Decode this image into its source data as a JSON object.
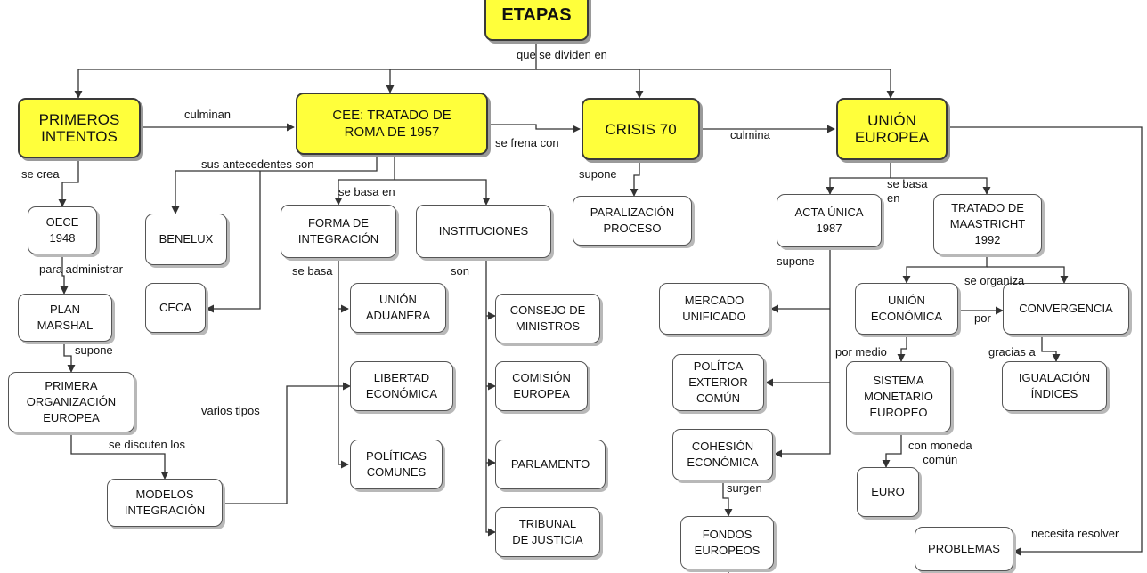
{
  "nodes": {
    "etapas": "ETAPAS",
    "primeros": "PRIMEROS\nINTENTOS",
    "cee": "CEE: TRATADO DE\nROMA DE 1957",
    "crisis": "CRISIS 70",
    "union": "UNIÓN\nEUROPEA",
    "oece": "OECE\n1948",
    "plan": "PLAN\nMARSHAL",
    "primera": "PRIMERA\nORGANIZACIÓN\nEUROPEA",
    "modelos": "MODELOS\nINTEGRACIÓN",
    "benelux": "BENELUX",
    "ceca": "CECA",
    "forma": "FORMA DE\nINTEGRACIÓN",
    "instituciones": "INSTITUCIONES",
    "aduanera": "UNIÓN\nADUANERA",
    "libertad": "LIBERTAD\nECONÓMICA",
    "politicas": "POLÍTICAS\nCOMUNES",
    "consejo": "CONSEJO DE\nMINISTROS",
    "comision": "COMISIÓN\nEUROPEA",
    "parlamento": "PARLAMENTO",
    "tribunal": "TRIBUNAL\nDE JUSTICIA",
    "paralizacion": "PARALIZACIÓN\nPROCESO",
    "acta": "ACTA ÚNICA\n1987",
    "maastricht": "TRATADO DE\nMAASTRICHT\n1992",
    "mercado": "MERCADO\nUNIFICADO",
    "politica_ext": "POLÍTCA\nEXTERIOR\nCOMÚN",
    "cohesion": "COHESIÓN\nECONÓMICA",
    "fondos": "FONDOS\nEUROPEOS",
    "economica": "UNIÓN\nECONÓMICA",
    "convergencia": "CONVERGENCIA",
    "sistema": "SISTEMA\nMONETARIO\nEUROPEO",
    "igualacion": "IGUALACIÓN\nÍNDICES",
    "euro": "EURO",
    "problemas": "PROBLEMAS"
  },
  "links": {
    "dividen": "que se dividen en",
    "culminan": "culminan",
    "se_crea": "se crea",
    "administrar": "para administrar",
    "supone_plan": "supone",
    "discuten": "se discuten los",
    "varios": "varios tipos",
    "antecedentes": "sus antecedentes son",
    "basa_en": "se basa en",
    "se_basa": "se basa",
    "son": "son",
    "frena": "se frena con",
    "supone_crisis": "supone",
    "culmina": "culmina",
    "basa_en_ue": "se basa\nen",
    "supone_acta": "supone",
    "organiza": "se organiza",
    "por": "por",
    "por_medio": "por medio",
    "gracias": "gracias a",
    "moneda": "con moneda\ncomún",
    "surgen": "surgen",
    "resolver": "necesita resolver"
  }
}
